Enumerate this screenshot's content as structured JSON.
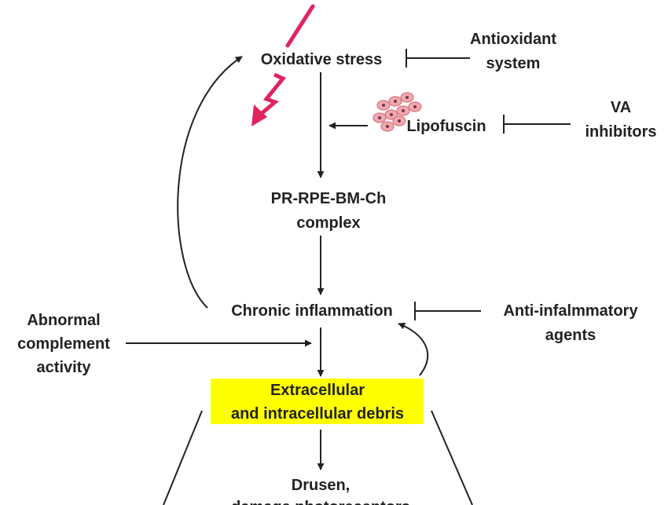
{
  "nodes": {
    "oxidative_stress": "Oxidative stress",
    "antioxidant_line1": "Antioxidant",
    "antioxidant_line2": "system",
    "lipofuscin": "Lipofuscin",
    "va_line1": "VA",
    "va_line2": "inhibitors",
    "complex_line1": "PR-RPE-BM-Ch",
    "complex_line2": "complex",
    "chronic_inflammation": "Chronic inflammation",
    "anti_inflam_line1": "Anti-infalmmatory",
    "anti_inflam_line2": "agents",
    "abnormal_line1": "Abnormal",
    "abnormal_line2": "complement",
    "abnormal_line3": "activity",
    "debris_line1": "Extracellular",
    "debris_line2": "and intracellular debris",
    "drusen_line1": "Drusen,",
    "drusen_line2": "damage photoreceptors"
  },
  "colors": {
    "ink": "#222222",
    "lightning": "#e0245e",
    "debris_highlight": "#ffff00",
    "lipofuscin_granule": "#f2a8ae",
    "lipofuscin_granule_edge": "#d9747e",
    "lipofuscin_core": "#6b3a4a"
  },
  "icons": {
    "lightning": "lightning-bolt-icon",
    "lipofuscin": "lipofuscin-granules-icon"
  }
}
